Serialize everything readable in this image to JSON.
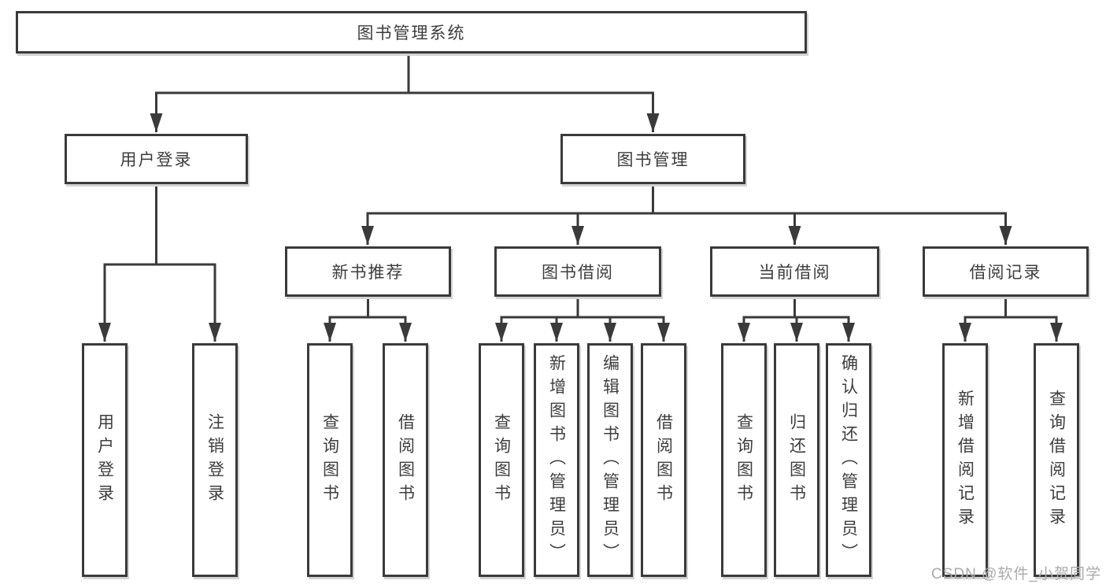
{
  "diagram_type": "hierarchy-tree",
  "colors": {
    "line": "#3a3a3a",
    "box_border": "#3a3a3a",
    "box_fill": "#ffffff",
    "text": "#3d3d3d",
    "watermark": "#ababab",
    "background": "#ffffff"
  },
  "tree": {
    "label": "图书管理系统",
    "children": [
      {
        "label": "用户登录",
        "children": [
          {
            "label": "用户登录"
          },
          {
            "label": "注销登录"
          }
        ]
      },
      {
        "label": "图书管理",
        "children": [
          {
            "label": "新书推荐",
            "children": [
              {
                "label": "查询图书"
              },
              {
                "label": "借阅图书"
              }
            ]
          },
          {
            "label": "图书借阅",
            "children": [
              {
                "label": "查询图书"
              },
              {
                "label": "新增图书（管理员）"
              },
              {
                "label": "编辑图书（管理员）"
              },
              {
                "label": "借阅图书"
              }
            ]
          },
          {
            "label": "当前借阅",
            "children": [
              {
                "label": "查询图书"
              },
              {
                "label": "归还图书"
              },
              {
                "label": "确认归还（管理员）"
              }
            ]
          },
          {
            "label": "借阅记录",
            "children": [
              {
                "label": "新增借阅记录"
              },
              {
                "label": "查询借阅记录"
              }
            ]
          }
        ]
      }
    ]
  },
  "watermark": {
    "text": "CSDN @软件_小贺同学"
  }
}
